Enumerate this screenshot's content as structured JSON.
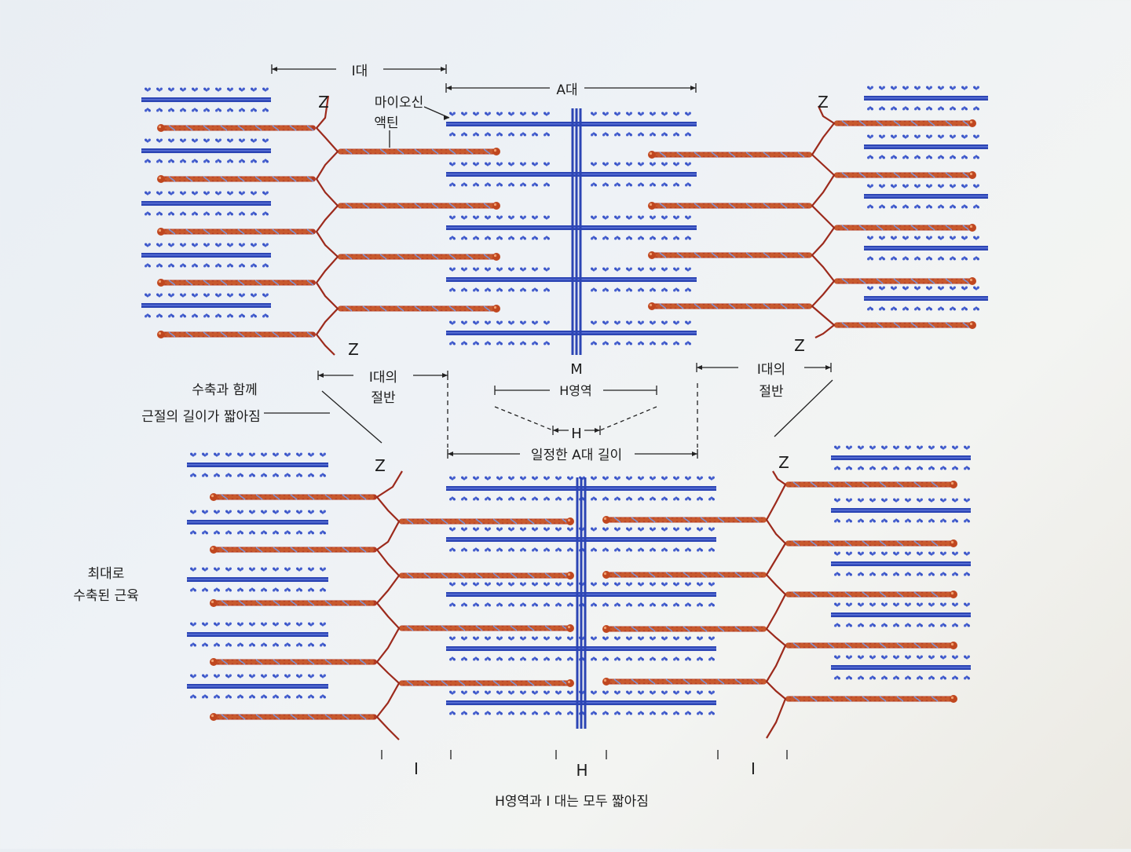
{
  "top_diagram": {
    "i_band": "I대",
    "a_band": "A대",
    "myosin": "마이오신",
    "actin": "액틴",
    "z": "Z",
    "m": "M",
    "half_i_band_line1": "I대의",
    "half_i_band_line2": "절반",
    "h_zone": "H영역"
  },
  "middle_labels": {
    "shortening_line1": "수축과 함께",
    "shortening_line2": "근절의 길이가 짧아짐",
    "h": "H",
    "constant_a_band": "일정한 A대 길이"
  },
  "bottom_diagram": {
    "z": "Z",
    "contracted_line1": "최대로",
    "contracted_line2": "수축된 근육",
    "i": "I",
    "h": "H",
    "caption": "H영역과 I 대는 모두 짧아짐"
  },
  "colors": {
    "myosin": "#2c45b4",
    "myosin_head": "#3a55c8",
    "actin": "#b23a22",
    "actin_bead": "#c85a2e",
    "z_line": "#9c2a1c",
    "label_line": "#222222"
  }
}
